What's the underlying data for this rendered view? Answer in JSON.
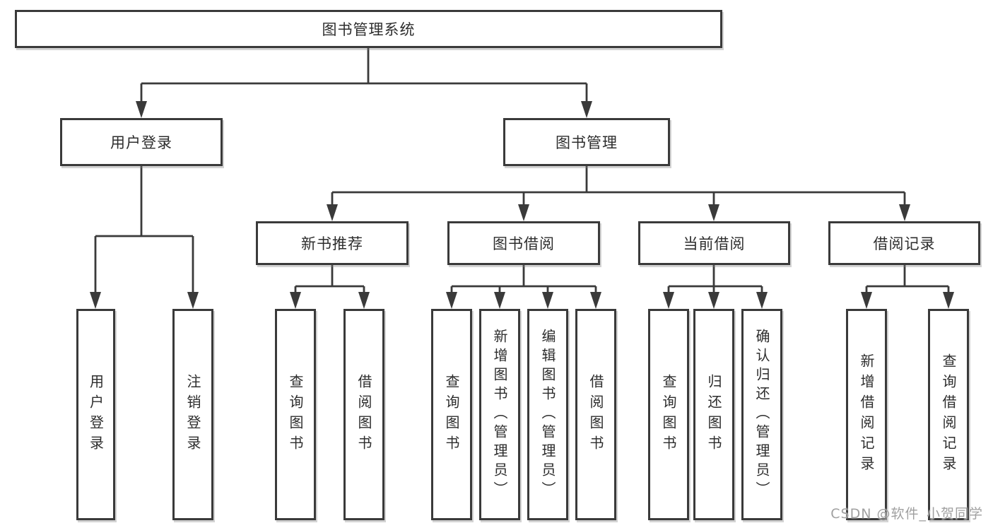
{
  "diagram": {
    "watermark": "CSDN @软件_小贺同学",
    "colors": {
      "line": "#3a3a3a",
      "box_border": "#3a3a3a",
      "box_background": "#ffffff",
      "text": "#2d2d2d",
      "watermark_text": "#9b9b9b"
    },
    "nodes": {
      "root": {
        "label": "图书管理系统"
      },
      "user_login": {
        "label": "用户登录"
      },
      "book_mgmt": {
        "label": "图书管理"
      },
      "new_book_rec": {
        "label": "新书推荐"
      },
      "book_borrow": {
        "label": "图书借阅"
      },
      "current_borrow": {
        "label": "当前借阅"
      },
      "borrow_records": {
        "label": "借阅记录"
      },
      "leaf_user_login": {
        "label": "用户登录"
      },
      "leaf_logout": {
        "label": "注销登录"
      },
      "leaf_query_books_rec": {
        "label": "查询图书"
      },
      "leaf_borrow_books_rec": {
        "label": "借阅图书"
      },
      "leaf_query_books_borrow": {
        "label": "查询图书"
      },
      "leaf_add_books_admin": {
        "label": "新增图书（管理员）"
      },
      "leaf_edit_books_admin": {
        "label": "编辑图书（管理员）"
      },
      "leaf_borrow_books_borrow": {
        "label": "借阅图书"
      },
      "leaf_query_books_current": {
        "label": "查询图书"
      },
      "leaf_return_books": {
        "label": "归还图书"
      },
      "leaf_confirm_return_admin": {
        "label": "确认归还（管理员）"
      },
      "leaf_add_borrow_record": {
        "label": "新增借阅记录"
      },
      "leaf_query_borrow_record": {
        "label": "查询借阅记录"
      }
    }
  }
}
